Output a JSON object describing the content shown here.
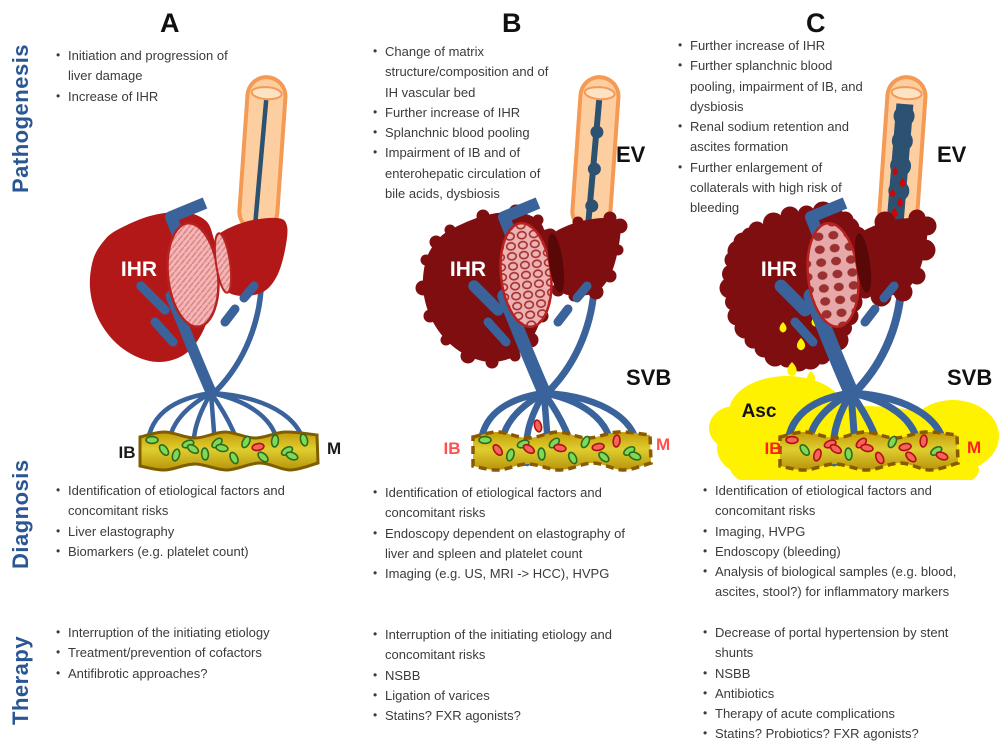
{
  "row_labels": [
    {
      "label": "Pathogenesis"
    },
    {
      "label": "Diagnosis"
    },
    {
      "label": "Therapy"
    }
  ],
  "columns": [
    {
      "label": "A"
    },
    {
      "label": "B"
    },
    {
      "label": "C"
    }
  ],
  "content": {
    "pathogenesis": {
      "A": [
        "Initiation and progression of liver damage",
        "Increase of IHR"
      ],
      "B": [
        "Change of matrix structure/composition and of IH vascular bed",
        "Further increase of IHR",
        "Splanchnic blood pooling",
        "Impairment of IB and of enterohepatic circulation of bile acids, dysbiosis"
      ],
      "C": [
        "Further increase of IHR",
        "Further splanchnic blood pooling, impairment of IB, and dysbiosis",
        "Renal sodium retention and ascites formation",
        "Further enlargement of collaterals with high risk of bleeding"
      ]
    },
    "diagnosis": {
      "A": [
        "Identification of etiological factors and concomitant risks",
        "Liver elastography",
        "Biomarkers (e.g. platelet count)"
      ],
      "B": [
        "Identification of etiological factors and concomitant risks",
        "Endoscopy dependent on elastography of liver and spleen and platelet count",
        "Imaging (e.g. US, MRI -> HCC), HVPG"
      ],
      "C": [
        "Identification of etiological factors and concomitant risks",
        "Imaging, HVPG",
        "Endoscopy (bleeding)",
        "Analysis of biological samples (e.g. blood, ascites, stool?) for inflammatory markers"
      ]
    },
    "therapy": {
      "A": [
        "Interruption of the initiating etiology",
        "Treatment/prevention of cofactors",
        "Antifibrotic approaches?"
      ],
      "B": [
        "Interruption of the initiating etiology and concomitant risks",
        "NSBB",
        "Ligation of varices",
        "Statins? FXR agonists?"
      ],
      "C": [
        "Decrease of portal hypertension by stent shunts",
        "NSBB",
        "Antibiotics",
        "Therapy of acute complications",
        "Statins? Probiotics? FXR agonists?"
      ]
    }
  },
  "figures": {
    "A": {
      "stage": "A",
      "labels": {
        "ihr": "IHR",
        "ib": "IB",
        "m": "M"
      },
      "label_color_ib_m": "#1A1A1A",
      "liver_color": "#B21818",
      "nodularity": 0,
      "vein": "thin",
      "barrier": "intact",
      "bacteria_sequence": "ggggggggggrggggg",
      "translocated": 0,
      "ascites": false,
      "liver_drip": false,
      "variceal_bleeding": false
    },
    "B": {
      "stage": "B",
      "labels": {
        "ihr": "IHR",
        "ev": "EV",
        "svb": "SVB",
        "ib": "IB",
        "m": "M"
      },
      "label_color_ib_m": "#FF5050",
      "liver_color": "#7E0E10",
      "nodularity": 1,
      "vein": "beads",
      "barrier": "impaired",
      "bacteria_sequence": "grggrggrggrgrgg",
      "translocated": 1,
      "ascites": false,
      "liver_drip": false,
      "variceal_bleeding": false
    },
    "C": {
      "stage": "C",
      "labels": {
        "ihr": "IHR",
        "ev": "EV",
        "svb": "SVB",
        "asc": "Asc",
        "ib": "IB",
        "m": "M"
      },
      "label_color_ib_m": "#FF1F1F",
      "liver_color": "#7E0E10",
      "nodularity": 2,
      "vein": "varices",
      "barrier": "impaired",
      "bacteria_sequence": "rgrrrgrrrgrrrgr",
      "translocated": 0,
      "ascites": true,
      "liver_drip": true,
      "variceal_bleeding": true
    }
  },
  "colors": {
    "row_label_blue": "#2A5793",
    "body_text": "#3B3B3B",
    "heading_black": "#111111",
    "vessel_blue": "#3A639B",
    "vein_blue": "#2D5170",
    "esophagus_fill": "#FDCFA0",
    "esophagus_border": "#F59A55",
    "esophagus_opening": "#FDE2C4",
    "liver_red_early": "#B21818",
    "liver_maroon": "#7E0E10",
    "liver_cut_pink": "#F4B6B6",
    "liver_cut_border": "#B92121",
    "cut_shadow": "#5A0708",
    "gut_gold": "#C49A08",
    "gut_bright": "#DFCE2F",
    "gut_dark": "#B8940A",
    "gut_border": "#7E5E00",
    "gut_border_impaired": "#8B5A00",
    "bacteria_green": "#7ED957",
    "bacteria_green_border": "#2E6B1F",
    "bacteria_red": "#F4645C",
    "bacteria_red_border": "#B01010",
    "ascites_yellow": "#FFF200",
    "blood_red": "#CC0607"
  }
}
